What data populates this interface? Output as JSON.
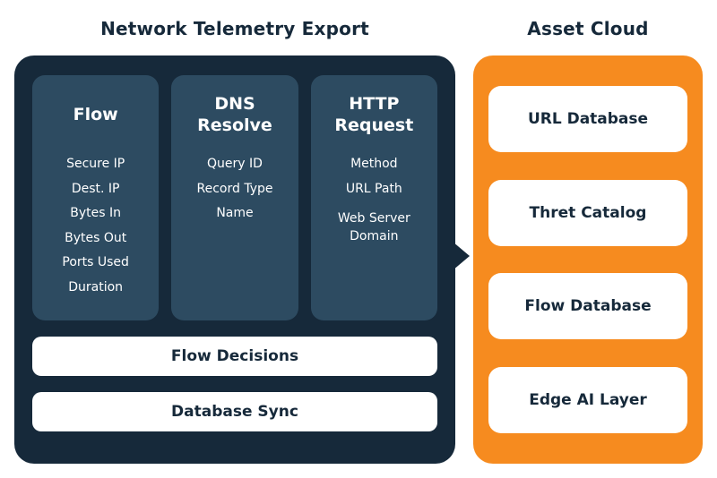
{
  "colors": {
    "navy": "#16293a",
    "column_blue": "#2d4b61",
    "orange": "#f68b1f",
    "white": "#ffffff"
  },
  "left": {
    "title": "Network Telemetry Export",
    "columns": [
      {
        "heading": "Flow",
        "items": [
          "Secure IP",
          "Dest. IP",
          "Bytes In",
          "Bytes Out",
          "Ports Used",
          "Duration"
        ]
      },
      {
        "heading": "DNS Resolve",
        "items": [
          "Query ID",
          "Record Type",
          "Name"
        ]
      },
      {
        "heading": "HTTP Request",
        "items": [
          "Method",
          "URL Path",
          "Web Server Domain"
        ]
      }
    ],
    "bars": [
      "Flow Decisions",
      "Database Sync"
    ]
  },
  "right": {
    "title": "Asset Cloud",
    "boxes": [
      "URL Database",
      "Thret Catalog",
      "Flow Database",
      "Edge AI Layer"
    ]
  }
}
